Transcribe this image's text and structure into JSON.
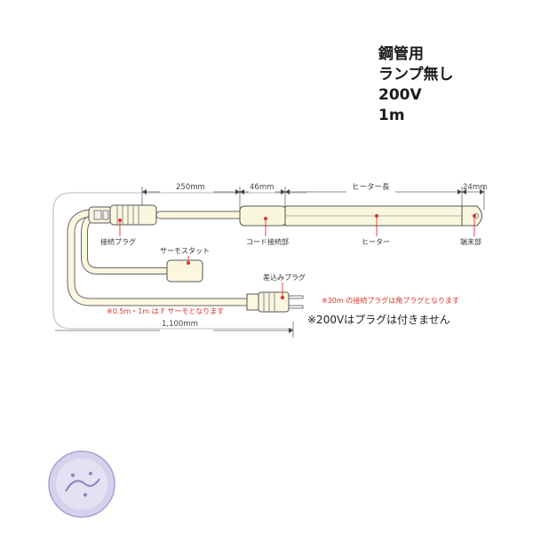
{
  "spec": {
    "line1": "鋼管用",
    "line2": "ランプ無し",
    "line3": "200V",
    "line4": "1m"
  },
  "dims": {
    "d250": "250mm",
    "d46": "46mm",
    "heater_len": "ヒーター長",
    "d24": "24mm",
    "d1100": "1,100mm"
  },
  "labels": {
    "connect_plug": "接続プラグ",
    "thermostat": "サーモスタット",
    "cord_joint": "コード接続部",
    "heater": "ヒーター",
    "end_part": "端末部",
    "insert_plug": "差込みプラグ"
  },
  "notes": {
    "red_30m": "※30m の接続プラグは角プラグとなります",
    "red_thermo": "※0.5m・1m は F サーモとなります",
    "no_plug_200v": "※200Vはプラグは付きません"
  },
  "colors": {
    "cord_fill": "#fbf7df",
    "outline": "#555555",
    "accent_red": "#d9342b",
    "seal": "#b9b4dd"
  }
}
